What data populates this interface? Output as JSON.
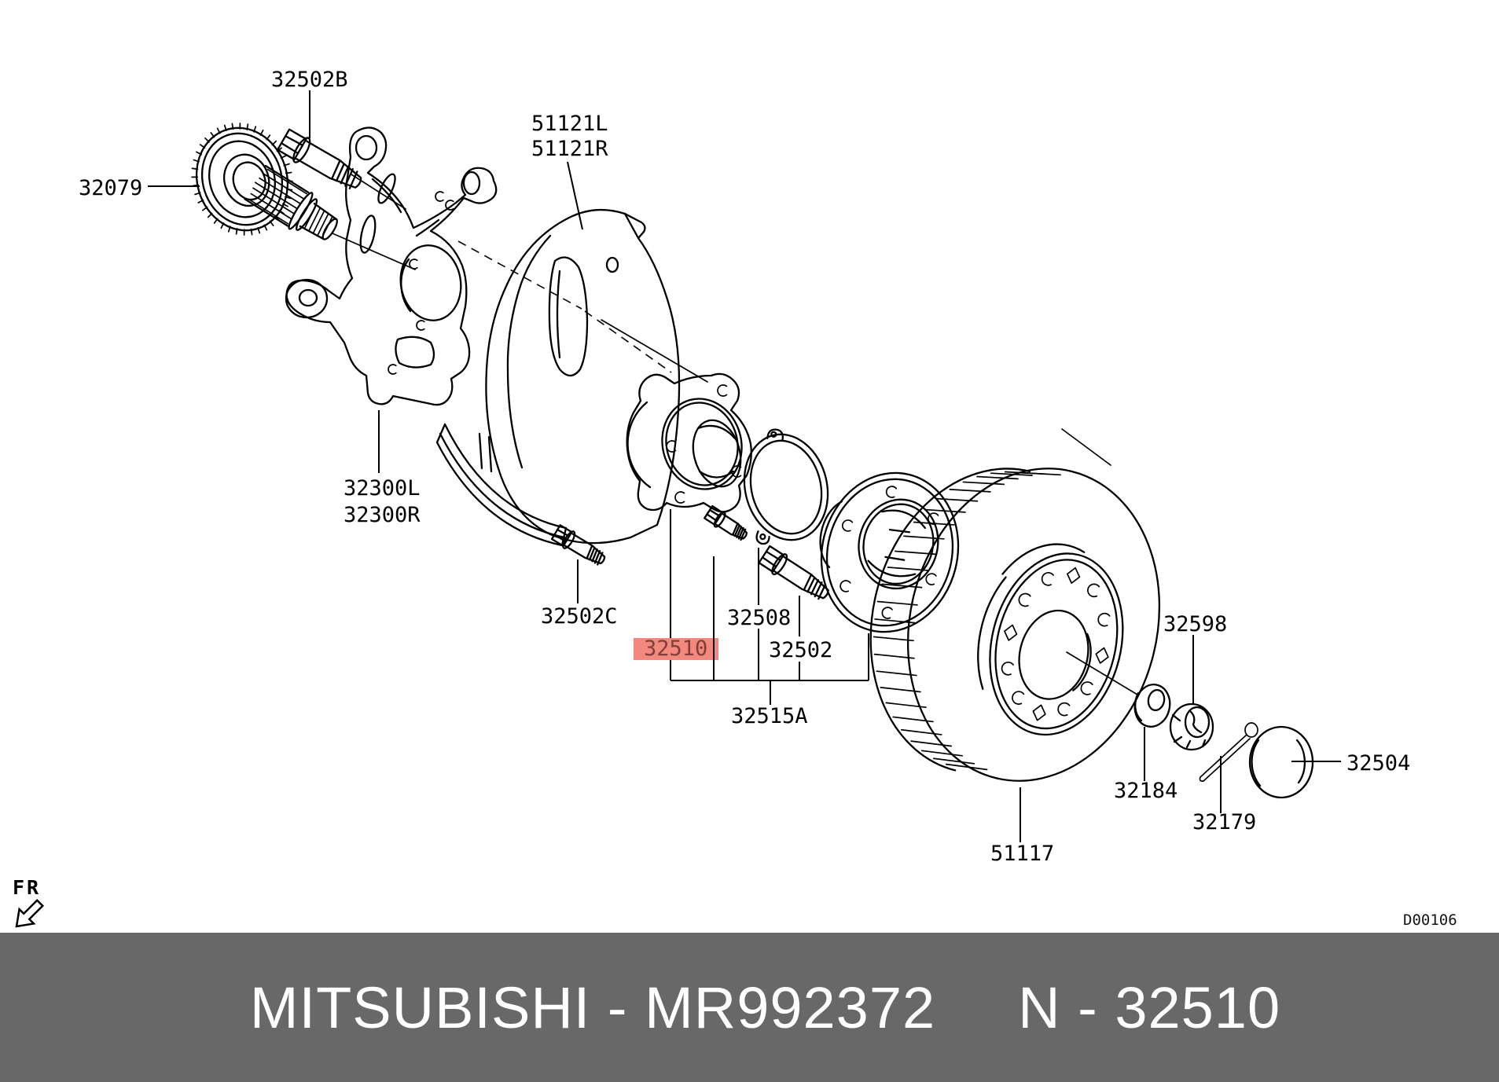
{
  "diagram": {
    "fr_indicator": "FR",
    "doc_code": "D00106",
    "highlight": {
      "bg": "#F2887E",
      "text_color": "#7E3E3A"
    },
    "line_color": "#000000",
    "labels": {
      "p32502b": {
        "text": "32502B"
      },
      "p32079": {
        "text": "32079"
      },
      "p51121l": {
        "text": "51121L"
      },
      "p51121r": {
        "text": "51121R"
      },
      "p32300l": {
        "text": "32300L"
      },
      "p32300r": {
        "text": "32300R"
      },
      "p32502c": {
        "text": "32502C"
      },
      "p32510": {
        "text": "32510",
        "highlighted": true
      },
      "p32508": {
        "text": "32508"
      },
      "p32502": {
        "text": "32502"
      },
      "p32515a": {
        "text": "32515A"
      },
      "p51117": {
        "text": "51117"
      },
      "p32598": {
        "text": "32598"
      },
      "p32184": {
        "text": "32184"
      },
      "p32179": {
        "text": "32179"
      },
      "p32504": {
        "text": "32504"
      }
    }
  },
  "footer": {
    "brand_part": "MITSUBISHI - MR992372",
    "ref_part": "N - 32510",
    "bg": "#686868",
    "text_color": "#FFFFFF"
  }
}
